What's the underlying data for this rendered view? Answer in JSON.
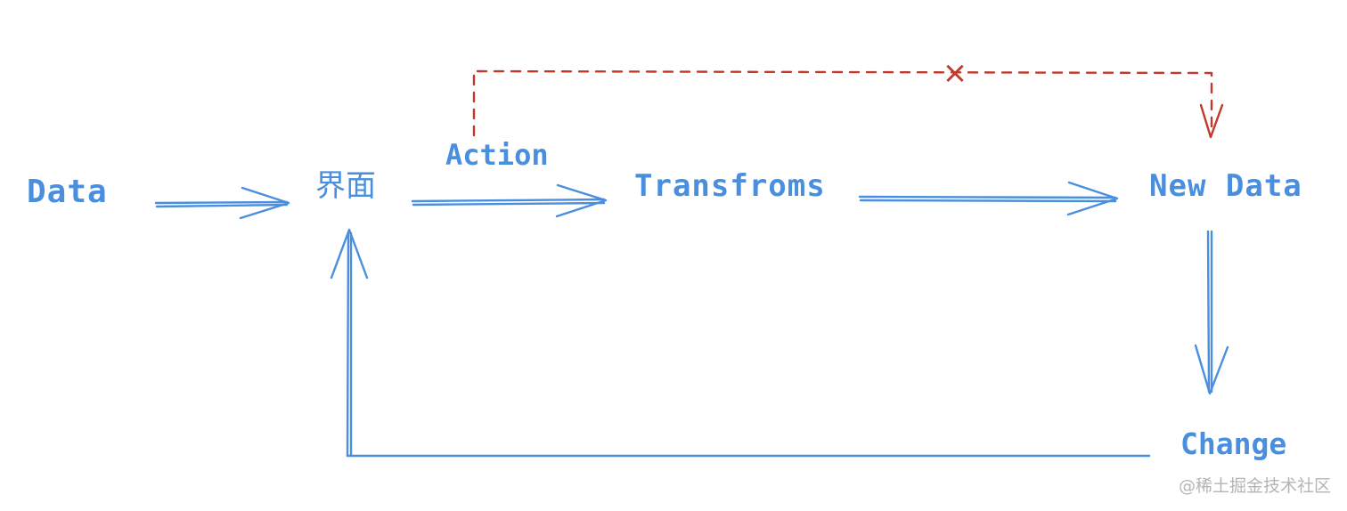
{
  "colors": {
    "flow": "#4a8fdd",
    "blocked": "#c0392b",
    "watermark": "#b4b4b4"
  },
  "nodes": {
    "data": "Data",
    "ui": "界面",
    "action": "Action",
    "transforms": "Transfroms",
    "new_data": "New Data",
    "change": "Change"
  },
  "blocked_marker": "×",
  "watermark": "@稀土掘金技术社区"
}
